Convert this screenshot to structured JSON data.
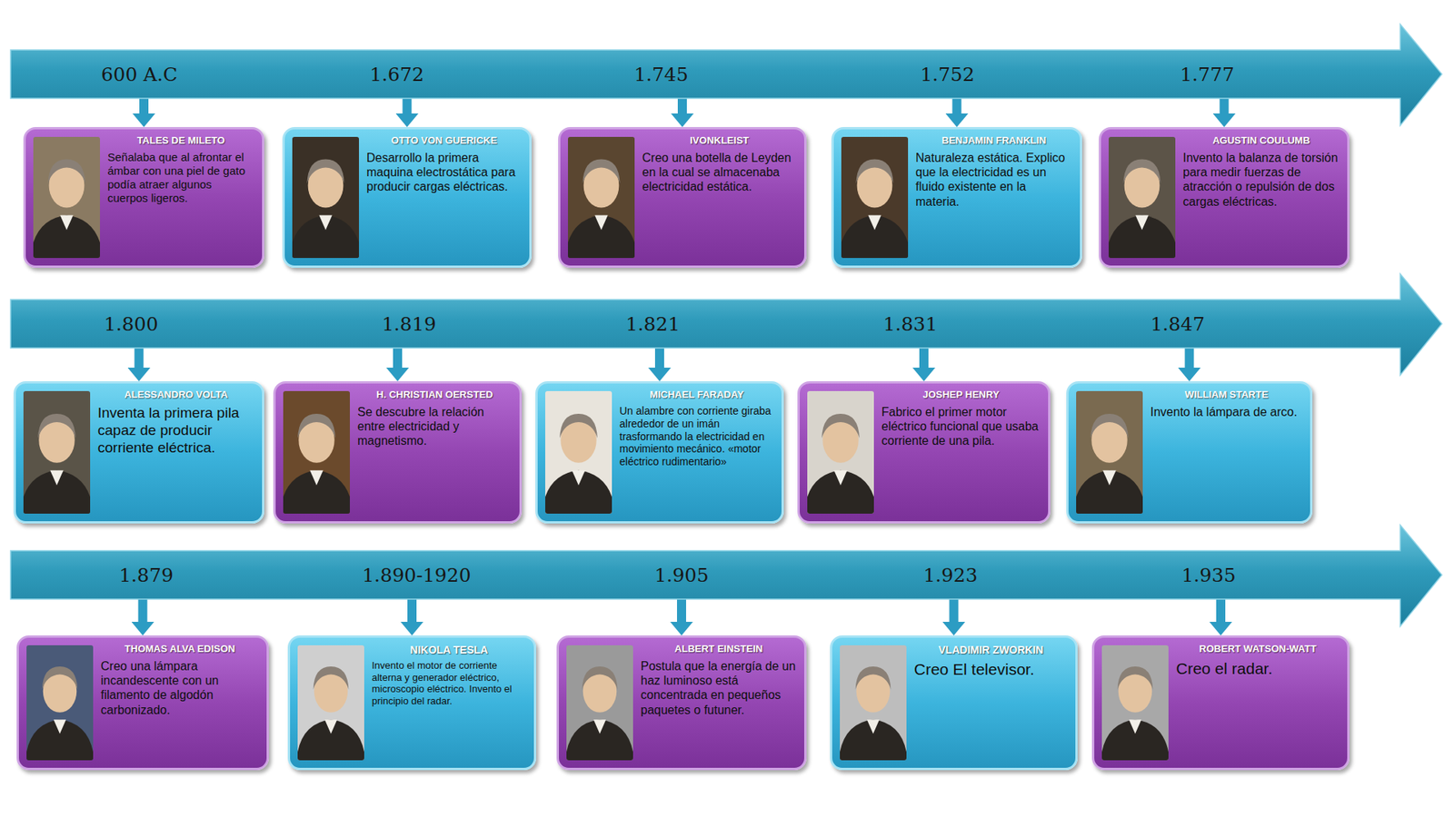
{
  "diagram": {
    "nodes": [
      {
        "text": [
          "600 A.C",
          "1.672",
          "1.745",
          "1.752",
          "1.777"
        ]
      },
      {
        "text": [
          "TALES DE MILETO",
          "Señalaba que al afrontar el ámbar con una piel de gato podía atraer algunos cuerpos ligeros."
        ]
      },
      {
        "text": [
          "OTTO VON GUERICKE",
          "Desarrollo la primera maquina electrostática para producir cargas eléctricas."
        ]
      },
      {
        "text": [
          "IVONKLEIST",
          "Creo una botella de Leyden en la cual se almacenaba electricidad estática."
        ]
      },
      {
        "text": [
          "BENJAMIN FRANKLIN",
          "Naturaleza estática. Explico que la electricidad es un fluido existente en la materia."
        ]
      },
      {
        "text": [
          "AGUSTIN COULUMB",
          "Invento la balanza de torsión para medir fuerzas de atracción o repulsión de dos cargas eléctricas."
        ]
      },
      {
        "text": [
          "1.800",
          "1.819",
          "1.821",
          "1.831",
          "1.847"
        ]
      },
      {
        "text": [
          "ALESSANDRO VOLTA",
          "Inventa la primera pila capaz de producir corriente eléctrica."
        ]
      },
      {
        "text": [
          "H. CHRISTIAN OERSTED",
          "Se descubre la relación entre electricidad y magnetismo."
        ]
      },
      {
        "text": [
          "MICHAEL FARADAY",
          "Un alambre con corriente giraba alrededor de un imán trasformando la electricidad en movimiento mecánico. «motor eléctrico rudimentario»"
        ]
      },
      {
        "text": [
          "JOSHEP HENRY",
          "Fabrico el primer motor eléctrico funcional que usaba corriente de una pila."
        ]
      },
      {
        "text": [
          "WILLIAM STARTE",
          "Invento la lámpara de arco."
        ]
      },
      {
        "text": [
          "1.879",
          "1.890-1920",
          "1.905",
          "1.923",
          "1.935"
        ]
      },
      {
        "text": [
          "THOMAS ALVA EDISON",
          "Creo una lámpara incandescente con un filamento de algodón carbonizado."
        ]
      },
      {
        "text": [
          "NIKOLA TESLA",
          "Invento el motor de corriente alterna y generador eléctrico, microscopio eléctrico. Invento el principio del radar."
        ]
      },
      {
        "text": [
          "ALBERT EINSTEIN",
          "Postula que la energía de un haz luminoso está concentrada en pequeños paquetes o futuner."
        ]
      },
      {
        "text": [
          "VLADIMIR ZWORKIN",
          "Creo El televisor."
        ]
      },
      {
        "text": [
          "ROBERT WATSON-WATT",
          "Creo el radar."
        ]
      }
    ],
    "edges": [
      {
        "from": 0,
        "to": 1,
        "arrow": "to"
      },
      {
        "from": 0,
        "to": 2,
        "arrow": "to"
      },
      {
        "from": 0,
        "to": 3,
        "arrow": "to"
      },
      {
        "from": 0,
        "to": 4,
        "arrow": "to"
      },
      {
        "from": 0,
        "to": 5,
        "arrow": "to"
      },
      {
        "from": 6,
        "to": 7,
        "arrow": "to"
      },
      {
        "from": 6,
        "to": 8,
        "arrow": "to"
      },
      {
        "from": 6,
        "to": 9,
        "arrow": "to"
      },
      {
        "from": 6,
        "to": 10,
        "arrow": "to"
      },
      {
        "from": 6,
        "to": 11,
        "arrow": "to"
      },
      {
        "from": 12,
        "to": 13,
        "arrow": "to"
      },
      {
        "from": 12,
        "to": 14,
        "arrow": "to"
      },
      {
        "from": 12,
        "to": 15,
        "arrow": "to"
      },
      {
        "from": 12,
        "to": 16,
        "arrow": "to"
      },
      {
        "from": 12,
        "to": 17,
        "arrow": "to"
      }
    ]
  }
}
